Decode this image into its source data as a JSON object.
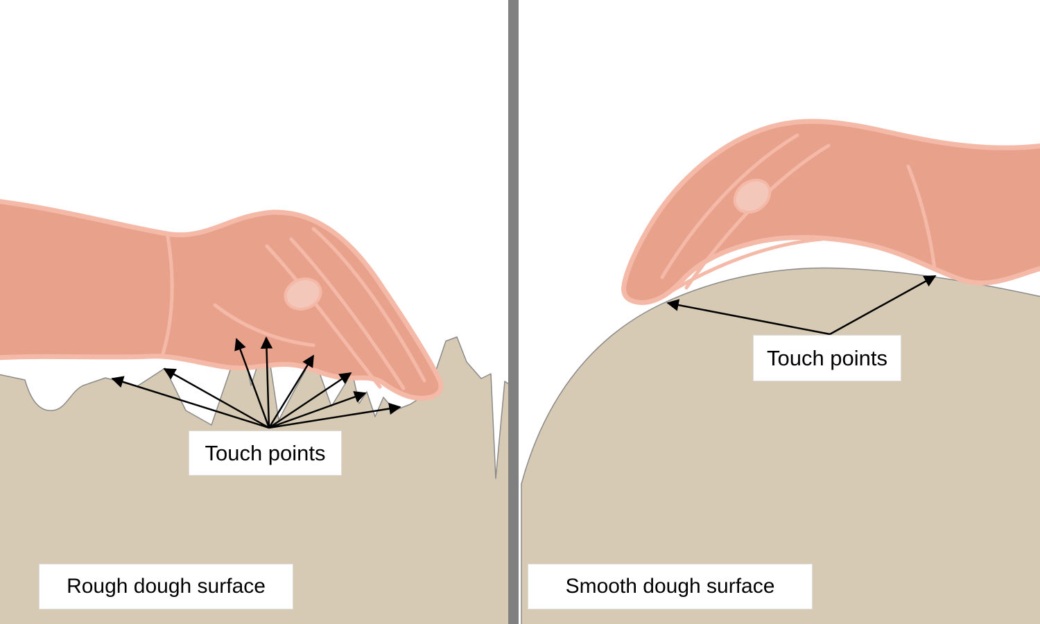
{
  "left_panel": {
    "surface_label": "Rough dough surface",
    "touch_label": "Touch points"
  },
  "right_panel": {
    "surface_label": "Smooth dough surface",
    "touch_label": "Touch points"
  },
  "colors": {
    "dough": "#d6cab4",
    "dough_outline": "#8a8a8a",
    "hand_fill": "#e8a28c",
    "hand_outline": "#f5b9a8",
    "nail_fill": "#f3c8ba",
    "divider": "#808080",
    "arrow": "#000000",
    "background": "#ffffff"
  }
}
